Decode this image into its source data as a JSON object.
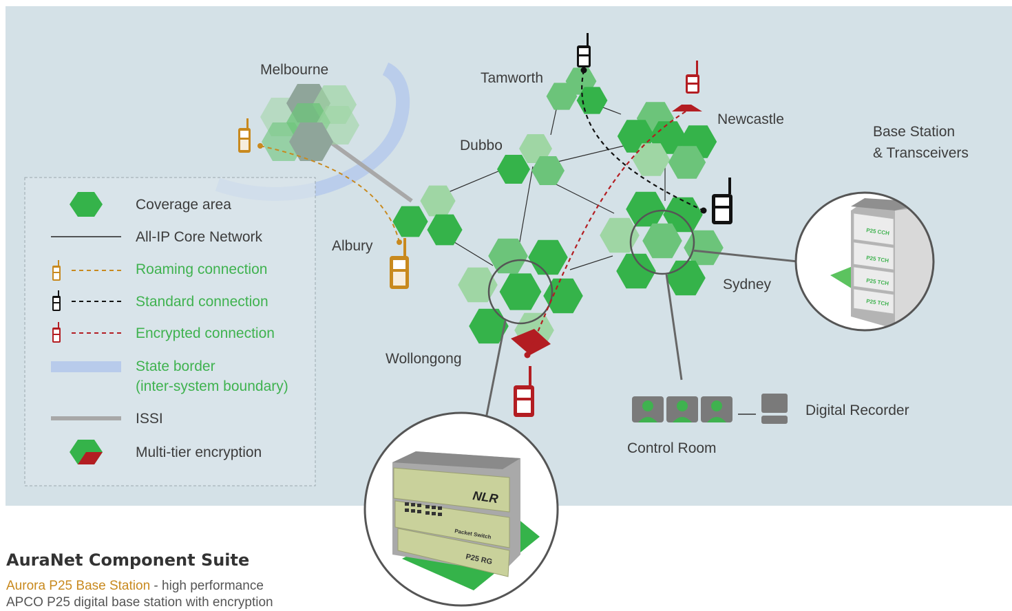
{
  "cities": {
    "melbourne": "Melbourne",
    "tamworth": "Tamworth",
    "newcastle": "Newcastle",
    "dubbo": "Dubbo",
    "albury": "Albury",
    "sydney": "Sydney",
    "wollongong": "Wollongong"
  },
  "legend": {
    "coverage": "Coverage area",
    "core": "All-IP Core Network",
    "roaming": "Roaming connection",
    "standard": "Standard connection",
    "encrypted": "Encrypted connection",
    "state_border_1": "State border",
    "state_border_2": "(inter-system boundary)",
    "issi": "ISSI",
    "multitier": "Multi-tier encryption"
  },
  "base_station": {
    "title_1": "Base Station",
    "title_2": "& Transceivers",
    "units": [
      "P25 CCH",
      "P25 TCH",
      "P25 TCH",
      "P25 TCH"
    ]
  },
  "control": {
    "control_room": "Control Room",
    "digital_recorder": "Digital Recorder"
  },
  "rack": {
    "nlr": "NLR",
    "packet_switch": "Packet Switch",
    "rg": "P25 RG"
  },
  "suite": {
    "heading": "AuraNet Component Suite",
    "item_name": "Aurora P25 Base Station",
    "item_sep": " - high performance",
    "item_line2": "APCO P25 digital base station with encryption"
  },
  "colors": {
    "background": "#d4e1e7",
    "hex_dark": "#35b34a",
    "hex_mid": "#6cc47a",
    "hex_light": "#9fd6a4",
    "roaming": "#c8891e",
    "standard": "#111111",
    "encrypted": "#b31d22",
    "state_border": "#b8cbeb",
    "issi": "#a8a8a8"
  }
}
